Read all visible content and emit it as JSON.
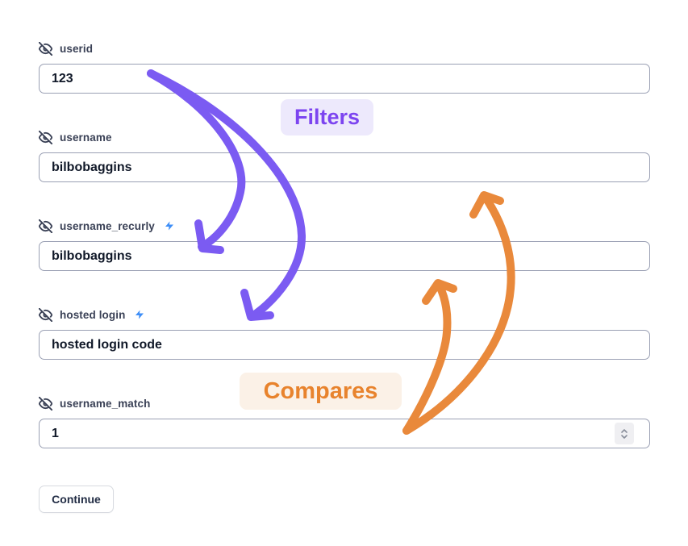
{
  "fields": [
    {
      "label": "userid",
      "value": "123",
      "has_bolt": false,
      "has_stepper": false
    },
    {
      "label": "username",
      "value": "bilbobaggins",
      "has_bolt": false,
      "has_stepper": false
    },
    {
      "label": "username_recurly",
      "value": "bilbobaggins",
      "has_bolt": true,
      "has_stepper": false
    },
    {
      "label": "hosted login",
      "value": "hosted login code",
      "has_bolt": true,
      "has_stepper": false
    },
    {
      "label": "username_match",
      "value": "1",
      "has_bolt": false,
      "has_stepper": true
    }
  ],
  "annotations": {
    "filters": {
      "label": "Filters",
      "text_color": "#7c44f0",
      "bg_color": "#ede9fc",
      "arrow_color": "#7b5bf2"
    },
    "compares": {
      "label": "Compares",
      "text_color": "#e8832d",
      "bg_color": "#fbf1e7",
      "arrow_color": "#e9893b"
    }
  },
  "actions": {
    "continue_label": "Continue"
  },
  "icons": {
    "field_privacy": "eye-off-icon",
    "field_mapping": "zap-icon",
    "number_input": "stepper-chevrons-icon"
  },
  "colors": {
    "page_background": "#ffffff",
    "input_border": "#9aa0b4",
    "label_text": "#3a4156",
    "value_text": "#101828",
    "bolt_blue": "#3e8ef7"
  }
}
